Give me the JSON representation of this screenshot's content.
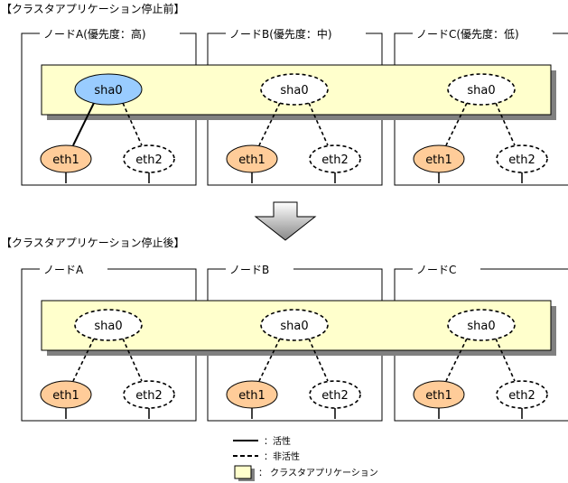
{
  "before": {
    "title": "【クラスタアプリケーション停止前】",
    "nodes": [
      {
        "label": "ノードA(優先度：高)",
        "sha": "sha0",
        "sha_state": "active",
        "eth1": "eth1",
        "eth2": "eth2",
        "active_link": "eth1"
      },
      {
        "label": "ノードB(優先度：中)",
        "sha": "sha0",
        "sha_state": "inactive",
        "eth1": "eth1",
        "eth2": "eth2",
        "active_link": "none"
      },
      {
        "label": "ノードC(優先度：低)",
        "sha": "sha0",
        "sha_state": "inactive",
        "eth1": "eth1",
        "eth2": "eth2",
        "active_link": "none"
      }
    ]
  },
  "after": {
    "title": "【クラスタアプリケーション停止後】",
    "nodes": [
      {
        "label": "ノードA",
        "sha": "sha0",
        "sha_state": "inactive",
        "eth1": "eth1",
        "eth2": "eth2",
        "active_link": "none"
      },
      {
        "label": "ノードB",
        "sha": "sha0",
        "sha_state": "inactive",
        "eth1": "eth1",
        "eth2": "eth2",
        "active_link": "none"
      },
      {
        "label": "ノードC",
        "sha": "sha0",
        "sha_state": "inactive",
        "eth1": "eth1",
        "eth2": "eth2",
        "active_link": "none"
      }
    ]
  },
  "legend": {
    "active": "：活性",
    "inactive": "：非活性",
    "app": "： クラスタアプリケーション"
  },
  "colors": {
    "app_fill": "#FFFFCC",
    "app_shadow": "#808080",
    "sha_active": "#99CCFF",
    "eth1_fill": "#FFCC99",
    "arrow_top": "#FFFFFF",
    "arrow_bottom": "#888888"
  }
}
